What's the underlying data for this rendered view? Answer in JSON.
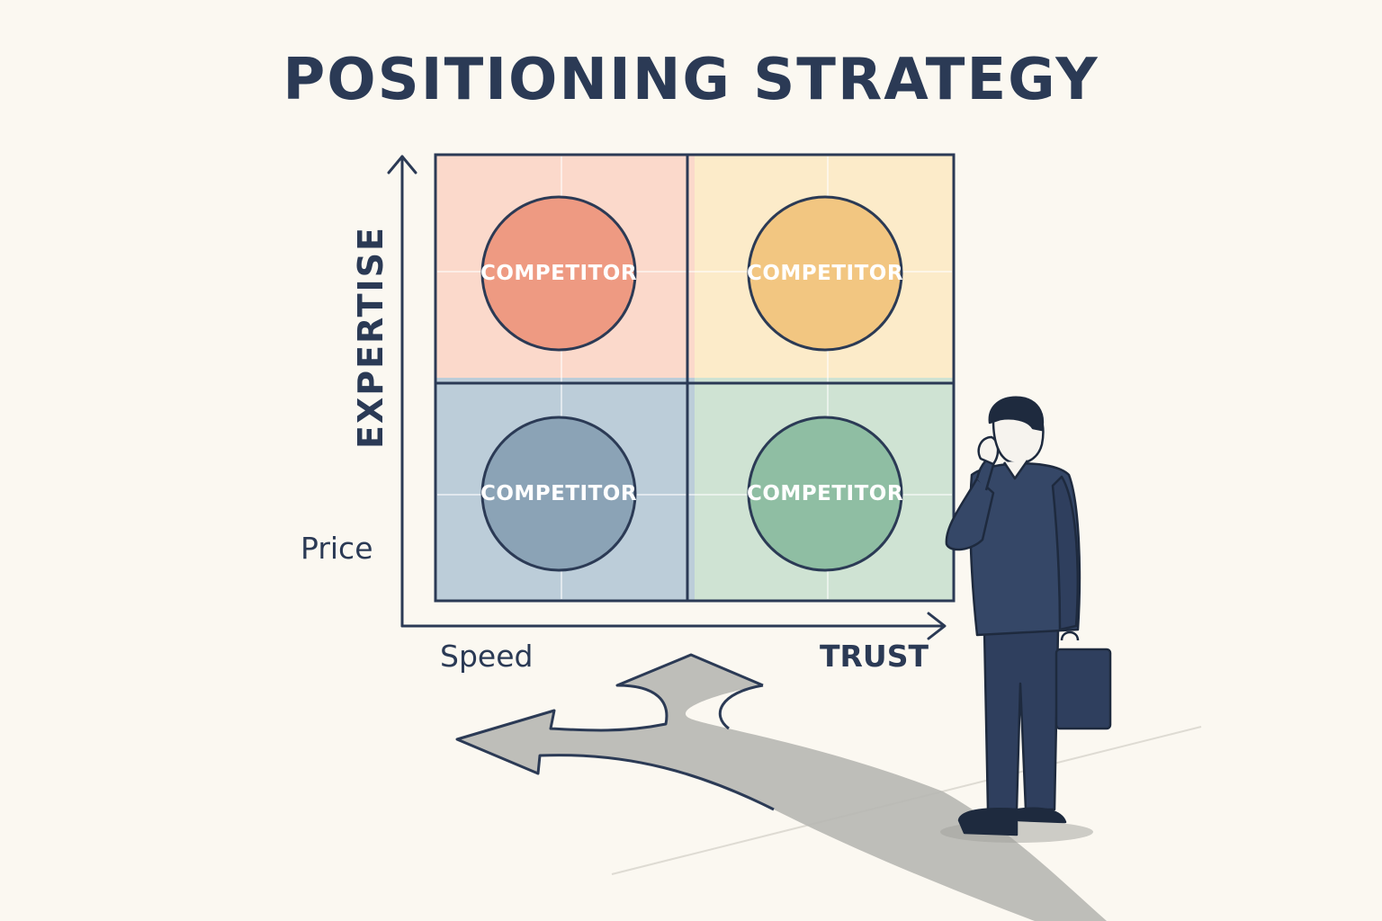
{
  "title": "POSITIONING STRATEGY",
  "axes": {
    "y_title": "EXPERTISE",
    "y_low": "Price",
    "x_low": "Speed",
    "x_high": "TRUST"
  },
  "quadrants": [
    {
      "position": "top-left",
      "label": "COMPETITOR",
      "bg": "#fbd9cb",
      "circle": "#ee9a82"
    },
    {
      "position": "top-right",
      "label": "COMPETITOR",
      "bg": "#fcebc9",
      "circle": "#f2c681"
    },
    {
      "position": "bottom-left",
      "label": "COMPETITOR",
      "bg": "#bccdd9",
      "circle": "#8ba3b6"
    },
    {
      "position": "bottom-right",
      "label": "COMPETITOR",
      "bg": "#cfe3d3",
      "circle": "#8fbea3"
    }
  ],
  "colors": {
    "outline": "#2b3a55",
    "path": "#b7b7b3"
  }
}
